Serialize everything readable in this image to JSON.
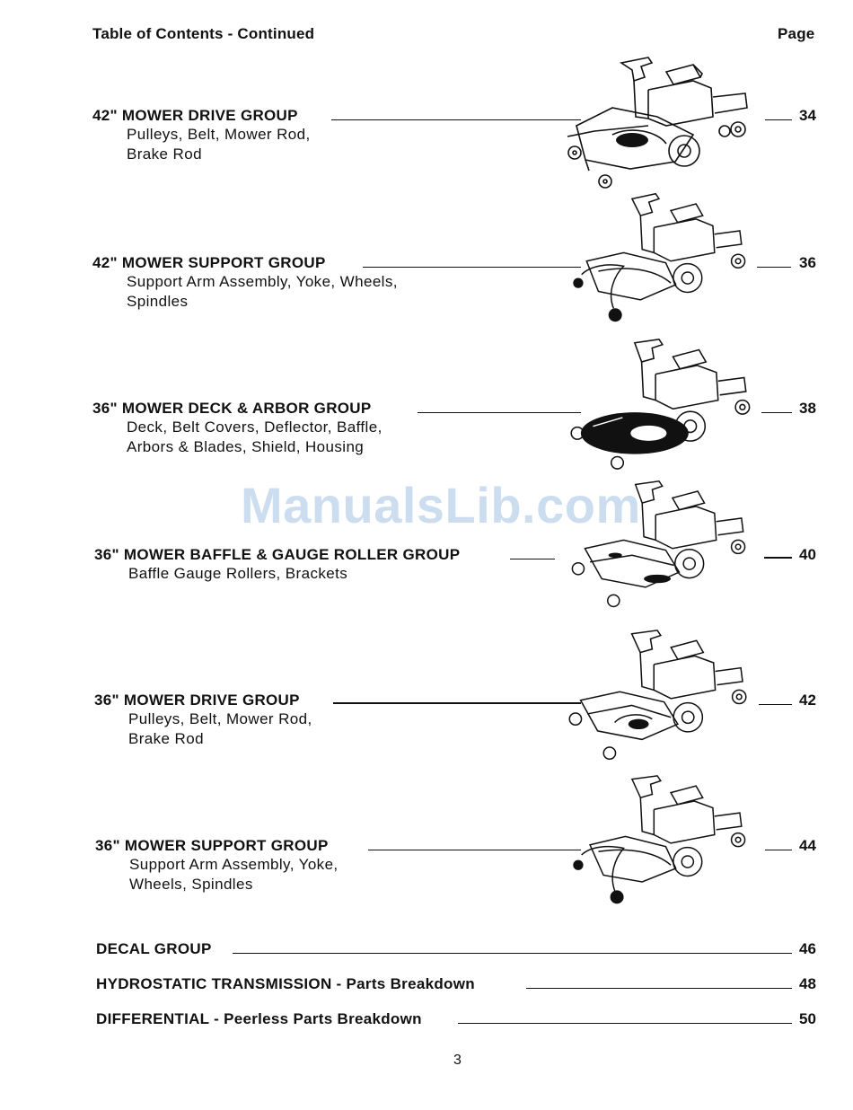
{
  "header": {
    "title": "Table of Contents - Continued",
    "page_label": "Page"
  },
  "watermark": "ManualsLib.com",
  "entries": [
    {
      "title": "42\" MOWER DRIVE GROUP",
      "lines": [
        "Pulleys, Belt, Mower Rod,",
        "Brake Rod"
      ],
      "page": "34"
    },
    {
      "title": "42\" MOWER SUPPORT GROUP",
      "lines": [
        "Support Arm Assembly, Yoke, Wheels,",
        "Spindles"
      ],
      "page": "36"
    },
    {
      "title": "36\" MOWER DECK & ARBOR GROUP",
      "lines": [
        "Deck, Belt Covers, Deflector, Baffle,",
        "Arbors & Blades, Shield, Housing"
      ],
      "page": "38"
    },
    {
      "title": "36\" MOWER BAFFLE & GAUGE ROLLER GROUP",
      "lines": [
        "Baffle Gauge Rollers, Brackets"
      ],
      "page": "40"
    },
    {
      "title": "36\" MOWER DRIVE GROUP",
      "lines": [
        "Pulleys, Belt, Mower Rod,",
        "Brake Rod"
      ],
      "page": "42"
    },
    {
      "title": "36\" MOWER SUPPORT GROUP",
      "lines": [
        "Support Arm Assembly, Yoke,",
        "Wheels, Spindles"
      ],
      "page": "44"
    }
  ],
  "bottom_entries": [
    {
      "title": "DECAL GROUP",
      "suffix": "",
      "page": "46"
    },
    {
      "title": "HYDROSTATIC TRANSMISSION",
      "suffix": " - Parts Breakdown",
      "page": "48"
    },
    {
      "title": "DIFFERENTIAL",
      "suffix": " - Peerless Parts Breakdown",
      "page": "50"
    }
  ],
  "page_number": "3",
  "illustrations": [
    {
      "icon": "riding-mower-42-drive-illustration"
    },
    {
      "icon": "riding-mower-42-support-illustration"
    },
    {
      "icon": "riding-mower-36-deck-illustration"
    },
    {
      "icon": "riding-mower-36-baffle-illustration"
    },
    {
      "icon": "riding-mower-36-drive-illustration"
    },
    {
      "icon": "riding-mower-36-support-illustration"
    }
  ]
}
